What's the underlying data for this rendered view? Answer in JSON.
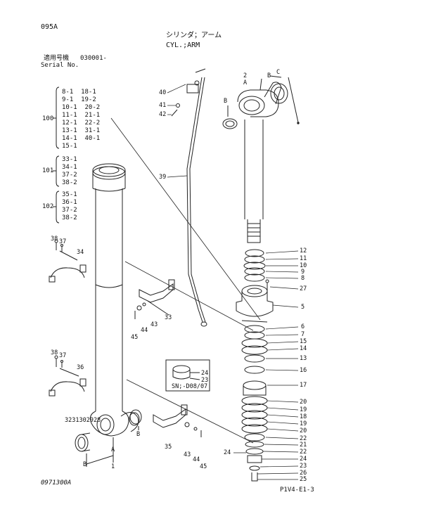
{
  "page_id": "095A",
  "title_jp": "シリンダ；アーム",
  "title_en": "CYL.;ARM",
  "serial": {
    "label_jp": "適用号機",
    "from": "030001-",
    "label_en": "Serial No."
  },
  "group_100": {
    "number": "100",
    "items": [
      "8-1  18-1",
      "9-1  19-2",
      "10-1  20-2",
      "11-1  21-1",
      "12-1  22-2",
      "13-1  31-1",
      "14-1  40-1",
      "15-1"
    ]
  },
  "group_101": {
    "number": "101",
    "items": [
      "33-1",
      "34-1",
      "37-2",
      "38-2"
    ]
  },
  "group_102": {
    "number": "102",
    "items": [
      "35-1",
      "36-1",
      "37-2",
      "38-2"
    ]
  },
  "note_sn": "SN;-D08/07",
  "footer_left": "0971300A",
  "footer_right": "P1V4-E1-3",
  "callouts": {
    "p2": "2",
    "A_rod": "A",
    "B_rod": "B",
    "C_rod": "C",
    "p40": "40",
    "p41": "41",
    "p42": "42",
    "p39": "39",
    "p38a": "38",
    "p37a": "37",
    "p34": "34",
    "p43a": "43",
    "p33": "33",
    "p44a": "44",
    "p45a": "45",
    "p38b": "38",
    "p37b": "37",
    "p36": "36",
    "p24n": "24",
    "p23n": "23",
    "row_small": "3231302928",
    "A_tube": "A",
    "B_left": "B",
    "B_right": "B",
    "p1": "1",
    "p35": "35",
    "p43b": "43",
    "p44b": "44",
    "p45b": "45",
    "r12": "12",
    "r11": "11",
    "r10": "10",
    "r9": "9",
    "r8": "8",
    "r27": "27",
    "r5": "5",
    "r6": "6",
    "r7": "7",
    "r15": "15",
    "r14": "14",
    "r13": "13",
    "r16": "16",
    "r17": "17",
    "r20a": "20",
    "r19a": "19",
    "r18": "18",
    "r19b": "19",
    "r20b": "20",
    "r22a": "22",
    "r21": "21",
    "r22b": "22",
    "r24": "24",
    "r23": "23",
    "r26": "26",
    "r25": "25",
    "p24left": "24"
  }
}
